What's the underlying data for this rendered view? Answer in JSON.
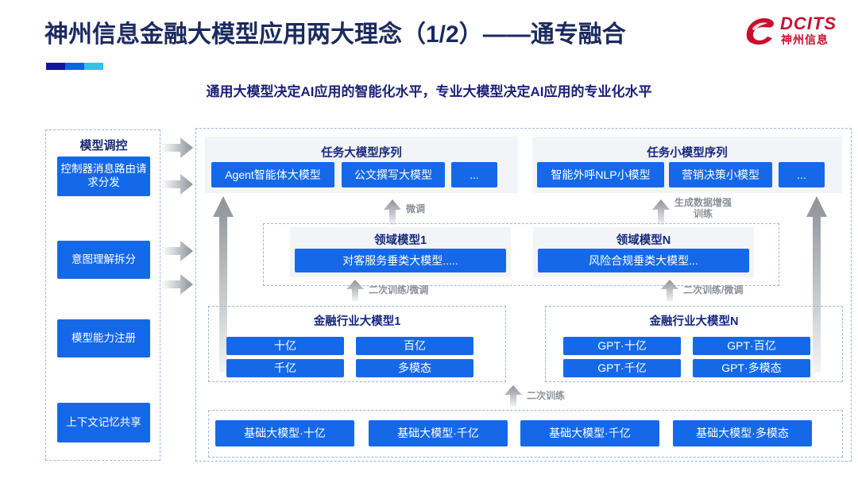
{
  "header": {
    "title": "神州信息金融大模型应用两大理念（1/2）——通专融合",
    "subtitle": "通用大模型决定AI应用的智能化水平，专业大模型决定AI应用的专业化水平",
    "logo_en": "DCITS",
    "logo_cn": "神州信息",
    "accent_colors": [
      "#14169c",
      "#0b63e5",
      "#2ec3f0"
    ],
    "brand_red": "#c8102e",
    "title_color": "#1b2a5e",
    "box_blue": "#1569e8"
  },
  "sidebar": {
    "heading": "模型调控",
    "items": [
      {
        "label": "控制器消息路由请求分发"
      },
      {
        "label": "意图理解拆分"
      },
      {
        "label": "模型能力注册"
      },
      {
        "label": "上下文记忆共享"
      }
    ]
  },
  "task_sequences": [
    {
      "title": "任务大模型序列",
      "items": [
        "Agent智能体大模型",
        "公文撰写大模型",
        "..."
      ]
    },
    {
      "title": "任务小模型序列",
      "items": [
        "智能外呼NLP小模型",
        "营销决策小模型",
        "..."
      ]
    }
  ],
  "domain_models": [
    {
      "title": "领域模型1",
      "item": "对客服务垂类大模型....."
    },
    {
      "title": "领域模型N",
      "item": "风险合规垂类大模型..."
    }
  ],
  "industry_models": [
    {
      "title": "金融行业大模型1",
      "items": [
        "十亿",
        "百亿",
        "千亿",
        "多模态"
      ]
    },
    {
      "title": "金融行业大模型N",
      "items": [
        "GPT·十亿",
        "GPT·百亿",
        "GPT·千亿",
        "GPT·多模态"
      ]
    }
  ],
  "base_models": {
    "items": [
      "基础大模型·十亿",
      "基础大模型·千亿",
      "基础大模型·千亿",
      "基础大模型·多模态"
    ]
  },
  "arrow_labels": {
    "fine_tune": "微调",
    "data_augment": "生成数据增强\n训练",
    "retrain_finetune_left": "二次训练/微调",
    "retrain_finetune_right": "二次训练/微调",
    "retrain": "二次训练"
  }
}
